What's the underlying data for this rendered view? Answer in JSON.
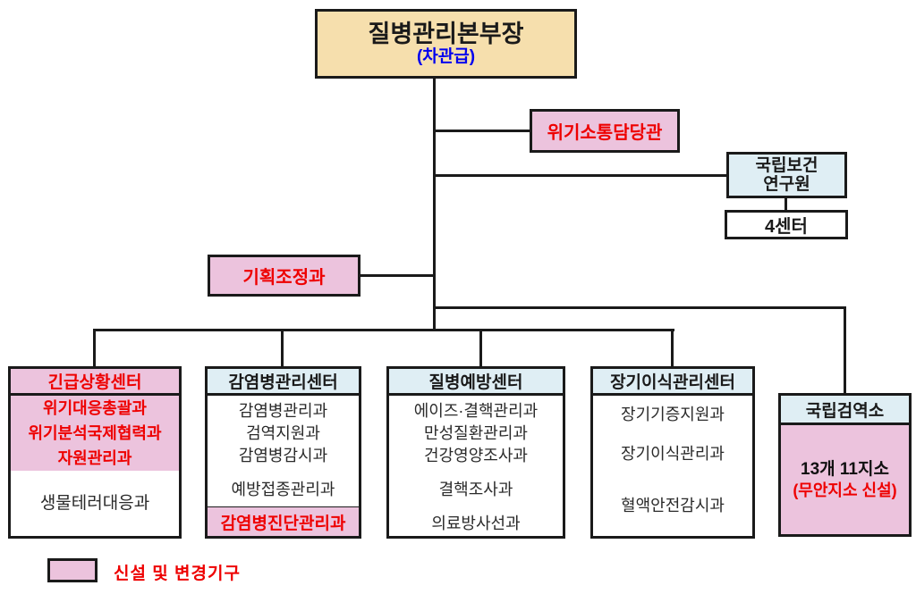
{
  "colors": {
    "new_or_changed_pink": "#ecc3dd",
    "center_header_blue": "#dfeef4",
    "director_cream": "#f6dfad",
    "red_text": "#ee0000",
    "blue_text": "#0000ee"
  },
  "director": {
    "title": "질병관리본부장",
    "rank": "(차관급)"
  },
  "staff": {
    "crisis_communication": "위기소통담당관",
    "planning_coordination": "기획조정과"
  },
  "nih": {
    "name_line1": "국립보건",
    "name_line2": "연구원",
    "sub_unit": "4센터"
  },
  "centers": [
    {
      "name": "긴급상황센터",
      "new_items": [
        "위기대응총괄과",
        "위기분석국제협력과",
        "자원관리과"
      ],
      "items": [
        "생물테러대응과"
      ]
    },
    {
      "name": "감염병관리센터",
      "items_top": [
        "감염병관리과",
        "검역지원과",
        "감염병감시과"
      ],
      "item_mid": "예방접종관리과",
      "new_item": "감염병진단관리과"
    },
    {
      "name": "질병예방센터",
      "items_top": [
        "에이즈·결핵관리과",
        "만성질환관리과",
        "건강영양조사과"
      ],
      "item_mid": "결핵조사과",
      "item_bottom": "의료방사선과"
    },
    {
      "name": "장기이식관리센터",
      "items": [
        "장기기증지원과",
        "장기이식관리과",
        "혈액안전감시과"
      ]
    }
  ],
  "quarantine": {
    "name": "국립검역소",
    "scale": "13개 11지소",
    "note": "(무안지소 신설)"
  },
  "legend": {
    "label": "신설 및 변경기구"
  }
}
